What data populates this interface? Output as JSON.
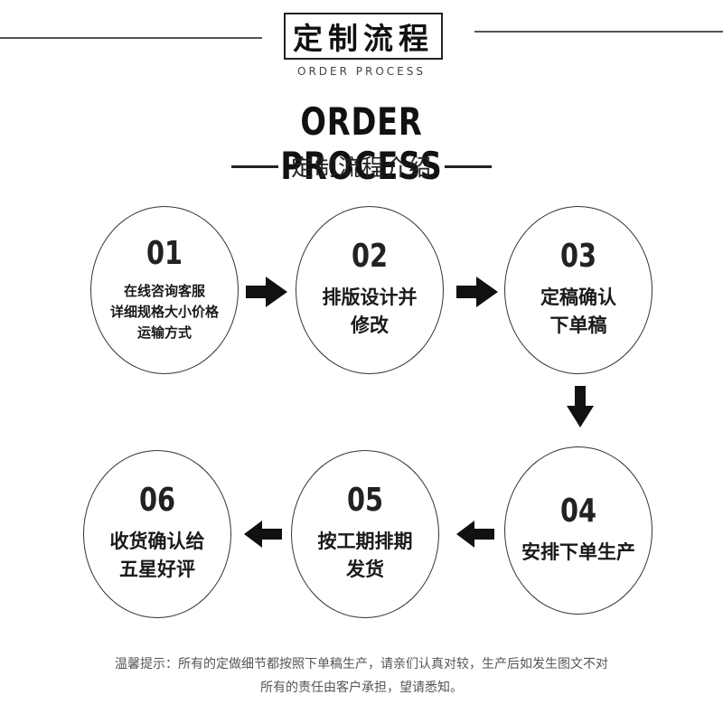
{
  "header": {
    "badge": "定制流程",
    "badge_sub": "ORDER PROCESS",
    "title": "ORDER PROCESS",
    "subtitle": "定制流程介绍"
  },
  "steps": [
    {
      "num": "01",
      "lines": [
        "在线咨询客服",
        "详细规格大小价格",
        "运输方式"
      ]
    },
    {
      "num": "02",
      "lines": [
        "排版设计并",
        "修改"
      ]
    },
    {
      "num": "03",
      "lines": [
        "定稿确认",
        "下单稿"
      ]
    },
    {
      "num": "04",
      "lines": [
        "安排下单生产"
      ]
    },
    {
      "num": "05",
      "lines": [
        "按工期排期",
        "发货"
      ]
    },
    {
      "num": "06",
      "lines": [
        "收货确认给",
        "五星好评"
      ]
    }
  ],
  "note": {
    "line1": "温馨提示：所有的定做细节都按照下单稿生产，请亲们认真对较，生产后如发生图文不对",
    "line2": "所有的责任由客户承担，望请悉知。"
  }
}
